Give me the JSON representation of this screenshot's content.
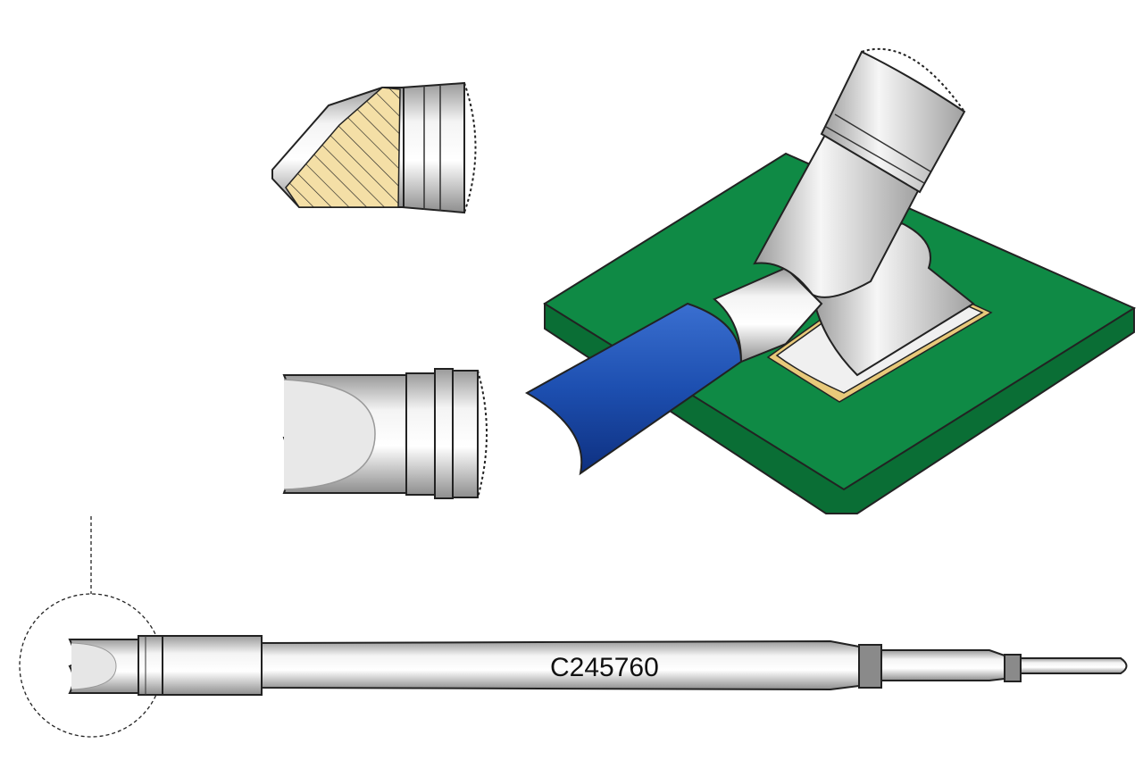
{
  "part_number": "C245760",
  "colors": {
    "pcb_top": "#0f8a45",
    "pcb_side": "#0a6e35",
    "cable": "#1d4fb0",
    "pad": "#e8c97a",
    "hatch_face": "#f4dfa6",
    "ring": "#8a8a8a"
  },
  "icons": [
    "tip-side-view",
    "tip-front-view",
    "pcb-application-view",
    "cartridge-full-view"
  ]
}
